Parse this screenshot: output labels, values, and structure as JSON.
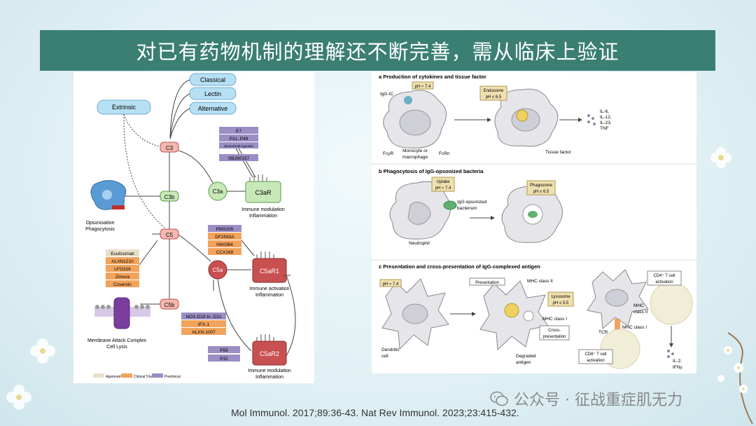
{
  "title": "对已有药物机制的理解还不断完善，需从临床上验证",
  "left": {
    "pathways": [
      "Classical",
      "Lectin",
      "Alternative"
    ],
    "extrinsic": "Extrinsic",
    "c3": "C3",
    "c3b": "C3b",
    "c5": "C5",
    "c5b": "C5b",
    "c3a": "C3a",
    "c5a": "C5a",
    "c3ar": "C3aR",
    "c5ar1": "C5aR1",
    "c5ar2": "C5aR2",
    "c3_drugs": [
      "E7",
      "P31, P49",
      "Monoclonal Agonists"
    ],
    "c3ar_drug": "SB290157",
    "c5ar1_drugs": [
      "PMX205",
      "DF2593A",
      "NN0384",
      "CCX168"
    ],
    "c5_drugs": [
      "Eculizumab",
      "ALXN1210",
      "LFG316",
      "Zimura",
      "Coversin"
    ],
    "c5a_drugs": [
      "NOX-D19 to -D21",
      "IFX-1",
      "ALXN-1007"
    ],
    "c5ar2_drugs": [
      "P59",
      "P32"
    ],
    "opsonisation": [
      "Opsonisation",
      "Phagocytosis"
    ],
    "mac": [
      "Membrane Attack Complex",
      "Cell Lysis"
    ],
    "c3ar_effect": [
      "Immune modulation",
      "Inflammation"
    ],
    "c5ar1_effect": [
      "Immune activation",
      "Inflammation"
    ],
    "c5ar2_effect": [
      "Immune modulation",
      "Inflammation"
    ],
    "legend": [
      "Approved",
      "Clinical Trial",
      "Preclinical"
    ],
    "colors": {
      "approved": "#e9e0c8",
      "clinical": "#f2a35c",
      "preclinical": "#9a8ec4"
    }
  },
  "right": {
    "a_title": "a  Production of cytokines and tissue factor",
    "a_labels": {
      "igg_ic": "IgG-IC",
      "ph74": "pH ≈ 7.4",
      "endosome": [
        "Endosome",
        "pH ≤ 6.5"
      ],
      "fcgr": "FcγR",
      "monocyte": [
        "Monocyte or",
        "macrophage"
      ],
      "fcrn": "FcRn",
      "tissue_factor": "Tissue factor",
      "cytokines": [
        "IL-6,",
        "IL-12,",
        "IL-23,",
        "TNF"
      ]
    },
    "b_title": "b  Phagocytosis of IgG-opsonized bacteria",
    "b_labels": {
      "uptake": [
        "Uptake",
        "pH ≈ 7.4"
      ],
      "bacterium": [
        "IgG-opsonized",
        "bacterium"
      ],
      "phagosome": [
        "Phagosome",
        "pH ≤ 6.5"
      ],
      "neutrophil": "Neutrophil"
    },
    "c_title": "c  Presentation and cross-presentation of IgG-complexed antigen",
    "c_labels": {
      "ph74": "pH ≈ 7.4",
      "presentation": "Presentation",
      "mhc2": "MHC class II",
      "lysosome": [
        "Lysosome",
        "pH ≤ 5.5"
      ],
      "mhc1": "MHC class I",
      "cross": [
        "Cross-",
        "presentation"
      ],
      "dendritic": [
        "Dendritic",
        "cell"
      ],
      "degraded": [
        "Degraded",
        "antigen"
      ],
      "cd4": [
        "CD4⁺ T cell",
        "activation"
      ],
      "mhc2b": [
        "MHC",
        "class II"
      ],
      "mhc1b": "MHC class I",
      "tcr": "TCR",
      "cd8": [
        "CD8⁺ T cell",
        "activation"
      ],
      "il2": [
        "IL-2,",
        "IFNγ"
      ]
    }
  },
  "caption": "Mol Immunol. 2017;89:36-43. Nat Rev Immunol. 2023;23:415-432.",
  "watermark": "公众号 · 征战重症肌无力"
}
